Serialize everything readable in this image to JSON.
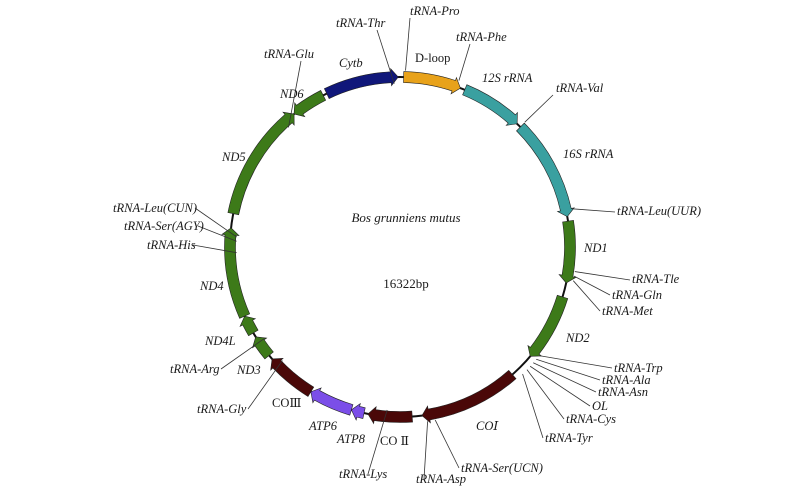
{
  "diagram": {
    "organism": "Bos grunniens mutus",
    "length_label": "16322bp"
  },
  "colors": {
    "protein": "#3d7a19",
    "rrna": "#3aa0a0",
    "dloop": "#e8a21a",
    "cytb": "#10177a",
    "cox": "#4a0808",
    "atp": "#7b4ee8"
  },
  "genes": [
    {
      "name": "D-loop",
      "start": 1,
      "end": 890,
      "strand": 1,
      "color": "dloop",
      "italic": false
    },
    {
      "name": "12S rRNA",
      "start": 960,
      "end": 1920,
      "strand": 1,
      "color": "rrna",
      "italic": true
    },
    {
      "name": "16S rRNA",
      "start": 1990,
      "end": 3560,
      "strand": 1,
      "color": "rrna",
      "italic": true
    },
    {
      "name": "ND1",
      "start": 3630,
      "end": 4580,
      "strand": 1,
      "color": "protein",
      "italic": true
    },
    {
      "name": "ND2",
      "start": 4800,
      "end": 5840,
      "strand": 1,
      "color": "protein",
      "italic": true
    },
    {
      "name": "COⅠ",
      "start": 6230,
      "end": 7770,
      "strand": 1,
      "color": "cox",
      "italic": true
    },
    {
      "name": "COⅡ",
      "start": 7920,
      "end": 8600,
      "strand": 1,
      "color": "cox",
      "italic": false
    },
    {
      "name": "ATP8",
      "start": 8660,
      "end": 8860,
      "strand": 1,
      "color": "atp",
      "italic": true
    },
    {
      "name": "ATP6",
      "start": 8860,
      "end": 9540,
      "strand": 1,
      "color": "atp",
      "italic": true
    },
    {
      "name": "COⅢ",
      "start": 9540,
      "end": 10320,
      "strand": 1,
      "color": "cox",
      "italic": true
    },
    {
      "name": "ND3",
      "start": 10390,
      "end": 10740,
      "strand": 1,
      "color": "protein",
      "italic": true
    },
    {
      "name": "ND4L",
      "start": 10810,
      "end": 11100,
      "strand": 1,
      "color": "protein",
      "italic": true
    },
    {
      "name": "ND4",
      "start": 11100,
      "end": 12480,
      "strand": 1,
      "color": "protein",
      "italic": true
    },
    {
      "name": "ND5",
      "start": 12700,
      "end": 14520,
      "strand": 1,
      "color": "protein",
      "italic": true
    },
    {
      "name": "ND6",
      "start": 14520,
      "end": 15050,
      "strand": -1,
      "color": "protein",
      "italic": true
    },
    {
      "name": "Cytb",
      "start": 15110,
      "end": 16240,
      "strand": 1,
      "color": "cytb",
      "italic": true
    }
  ],
  "labels": [
    {
      "text": "D-loop",
      "italic": false
    },
    {
      "text": "12S rRNA",
      "italic": true
    },
    {
      "text": "16S rRNA",
      "italic": true
    },
    {
      "text": "ND1",
      "italic": true
    },
    {
      "text": "ND2",
      "italic": true
    },
    {
      "text": "COⅠ",
      "italic": true
    },
    {
      "text": "CO Ⅱ",
      "italic": false
    },
    {
      "text": "ATP8",
      "italic": true
    },
    {
      "text": "ATP6",
      "italic": true
    },
    {
      "text": "COⅢ",
      "italic": false
    },
    {
      "text": "ND3",
      "italic": true
    },
    {
      "text": "ND4L",
      "italic": true
    },
    {
      "text": "ND4",
      "italic": true
    },
    {
      "text": "ND5",
      "italic": true
    },
    {
      "text": "ND6",
      "italic": true
    },
    {
      "text": "Cytb",
      "italic": true
    }
  ],
  "trnas": [
    {
      "text": "tRNA-Thr"
    },
    {
      "text": "tRNA-Pro"
    },
    {
      "text": "tRNA-Phe"
    },
    {
      "text": "tRNA-Val"
    },
    {
      "text": "tRNA-Leu(UUR)"
    },
    {
      "text": "tRNA-Tle"
    },
    {
      "text": "tRNA-Gln"
    },
    {
      "text": "tRNA-Met"
    },
    {
      "text": "tRNA-Trp"
    },
    {
      "text": "tRNA-Ala"
    },
    {
      "text": "tRNA-Asn"
    },
    {
      "text": "OL"
    },
    {
      "text": "tRNA-Cys"
    },
    {
      "text": "tRNA-Tyr"
    },
    {
      "text": "tRNA-Ser(UCN)"
    },
    {
      "text": "tRNA-Asp"
    },
    {
      "text": "tRNA-Lys"
    },
    {
      "text": "tRNA-Gly"
    },
    {
      "text": "tRNA-Arg"
    },
    {
      "text": "tRNA-His"
    },
    {
      "text": "tRNA-Ser(AGY)"
    },
    {
      "text": "tRNA-Leu(CUN)"
    },
    {
      "text": "tRNA-Glu"
    }
  ]
}
